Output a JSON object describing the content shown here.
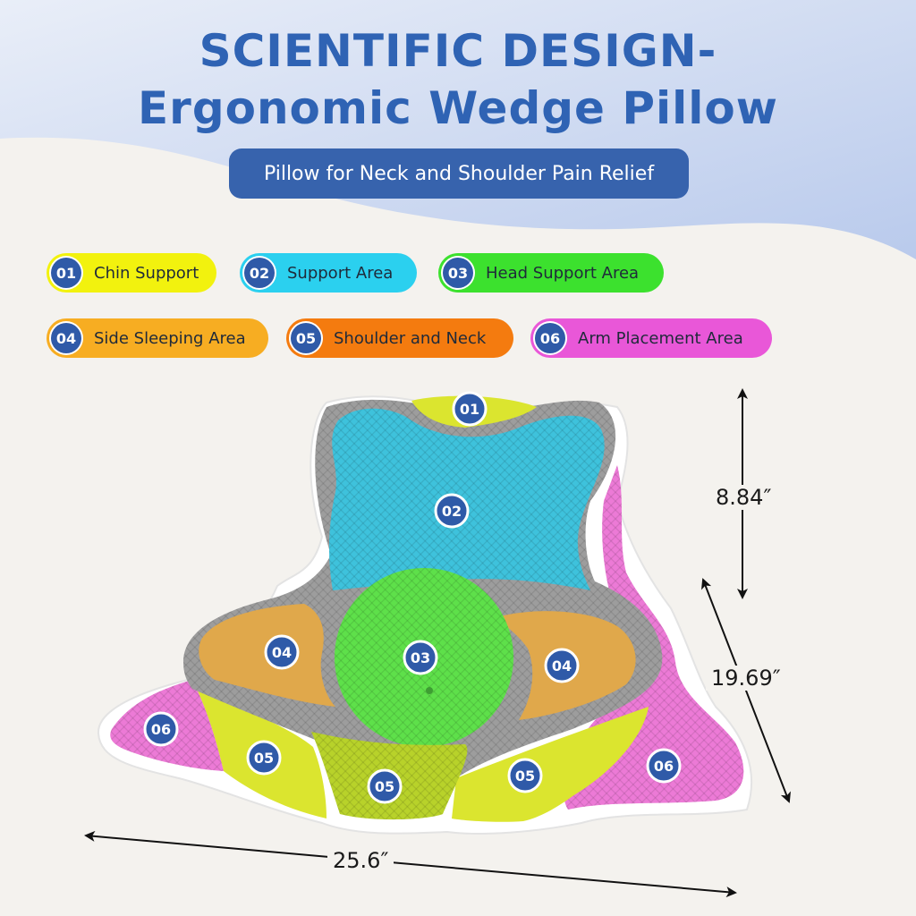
{
  "title": {
    "line1": "SCIENTIFIC DESIGN-",
    "line2": "Ergonomic Wedge Pillow"
  },
  "subtitle": "Pillow for Neck and Shoulder Pain Relief",
  "legend": [
    {
      "number": "01",
      "label": "Chin Support",
      "color": "#f2f20e"
    },
    {
      "number": "02",
      "label": "Support Area",
      "color": "#2bd0ef"
    },
    {
      "number": "03",
      "label": "Head Support Area",
      "color": "#3ce12e"
    },
    {
      "number": "04",
      "label": "Side Sleeping Area",
      "color": "#f7ad22"
    },
    {
      "number": "05",
      "label": "Shoulder and Neck",
      "color": "#f47b0f"
    },
    {
      "number": "06",
      "label": "Arm Placement Area",
      "color": "#e957d8"
    }
  ],
  "markers": [
    "01",
    "02",
    "03",
    "04",
    "04",
    "05",
    "05",
    "05",
    "06",
    "06"
  ],
  "dimensions": {
    "height": "8.84″",
    "depth": "19.69″",
    "width": "25.6″"
  },
  "colors": {
    "title": "#2f63b4",
    "badge": "#2f5aa8",
    "wave": "#c2d1ee",
    "cover_gray": "#9d9d9d",
    "zone_blue": "#3ec2dc",
    "zone_green": "#5ee04a",
    "zone_orange": "#e0a84b",
    "zone_yellow": "#dbe52f",
    "zone_pink": "#ec7ad6"
  }
}
